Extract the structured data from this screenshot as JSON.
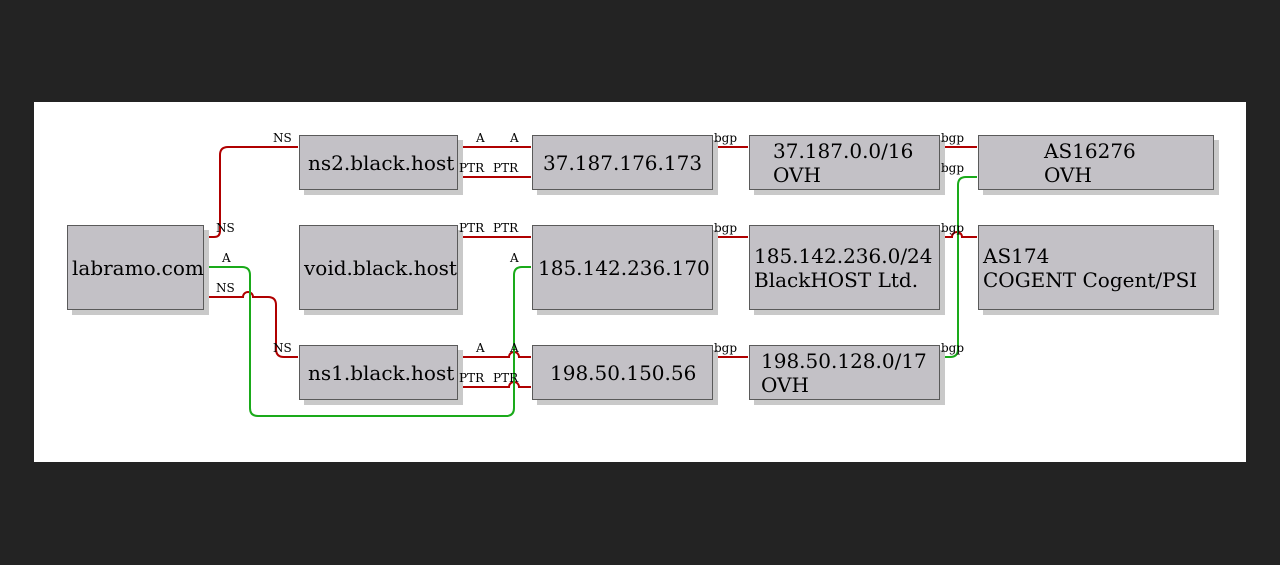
{
  "nodes": {
    "domain": "labramo.com",
    "ns2": "ns2.black.host",
    "void": "void.black.host",
    "ns1": "ns1.black.host",
    "ip1": "37.187.176.173",
    "ip2": "185.142.236.170",
    "ip3": "198.50.150.56",
    "net1": {
      "line1": "37.187.0.0/16",
      "line2": "OVH"
    },
    "net2": {
      "line1": "185.142.236.0/24",
      "line2": "BlackHOST Ltd."
    },
    "net3": {
      "line1": "198.50.128.0/17",
      "line2": "OVH"
    },
    "as1": {
      "line1": "AS16276",
      "line2": "OVH"
    },
    "as2": {
      "line1": "AS174",
      "line2": "COGENT Cogent/PSI"
    }
  },
  "edge_labels": {
    "ns": "NS",
    "a": "A",
    "ptr": "PTR",
    "bgp": "bgp"
  },
  "colors": {
    "background": "#232323",
    "canvas": "#ffffff",
    "node_fill": "#c3c1c6",
    "node_border": "#5a5a5a",
    "shadow": "#c9c9c9",
    "ns_ptr_bgp_wire": "#b00000",
    "a_record_wire": "#1aaa1a"
  }
}
